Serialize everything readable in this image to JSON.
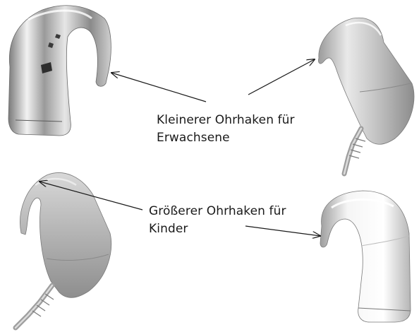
{
  "labels": {
    "adult": {
      "line1": "Kleinerer Ohrhaken für",
      "line2": "Erwachsene"
    },
    "child": {
      "line1": "Größerer Ohrhaken für",
      "line2": "Kinder"
    }
  },
  "colors": {
    "text": "#1a1a1a",
    "arrow": "#1a1a1a",
    "device_light": "#f4f4f4",
    "device_mid": "#b9b9b9",
    "device_dark": "#6f6f6f"
  }
}
